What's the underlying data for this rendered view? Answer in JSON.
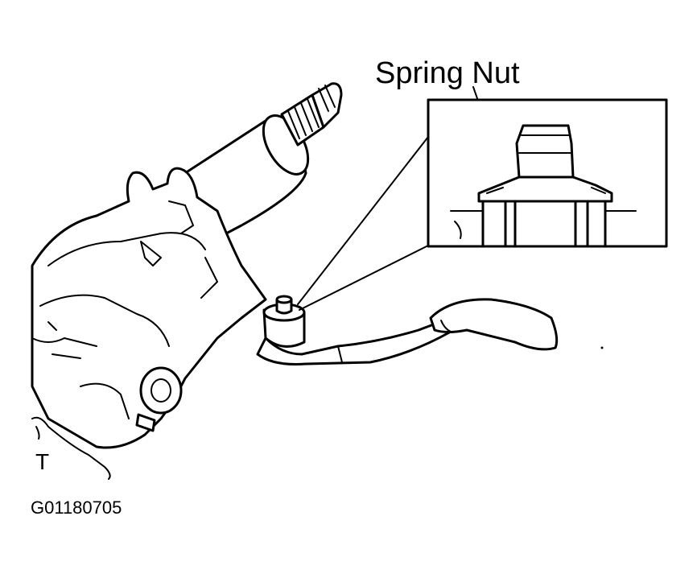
{
  "callout_label": "Spring Nut",
  "figure_id": "G01180705",
  "corner_mark": "T",
  "colors": {
    "ink": "#000000",
    "paper": "#ffffff"
  }
}
